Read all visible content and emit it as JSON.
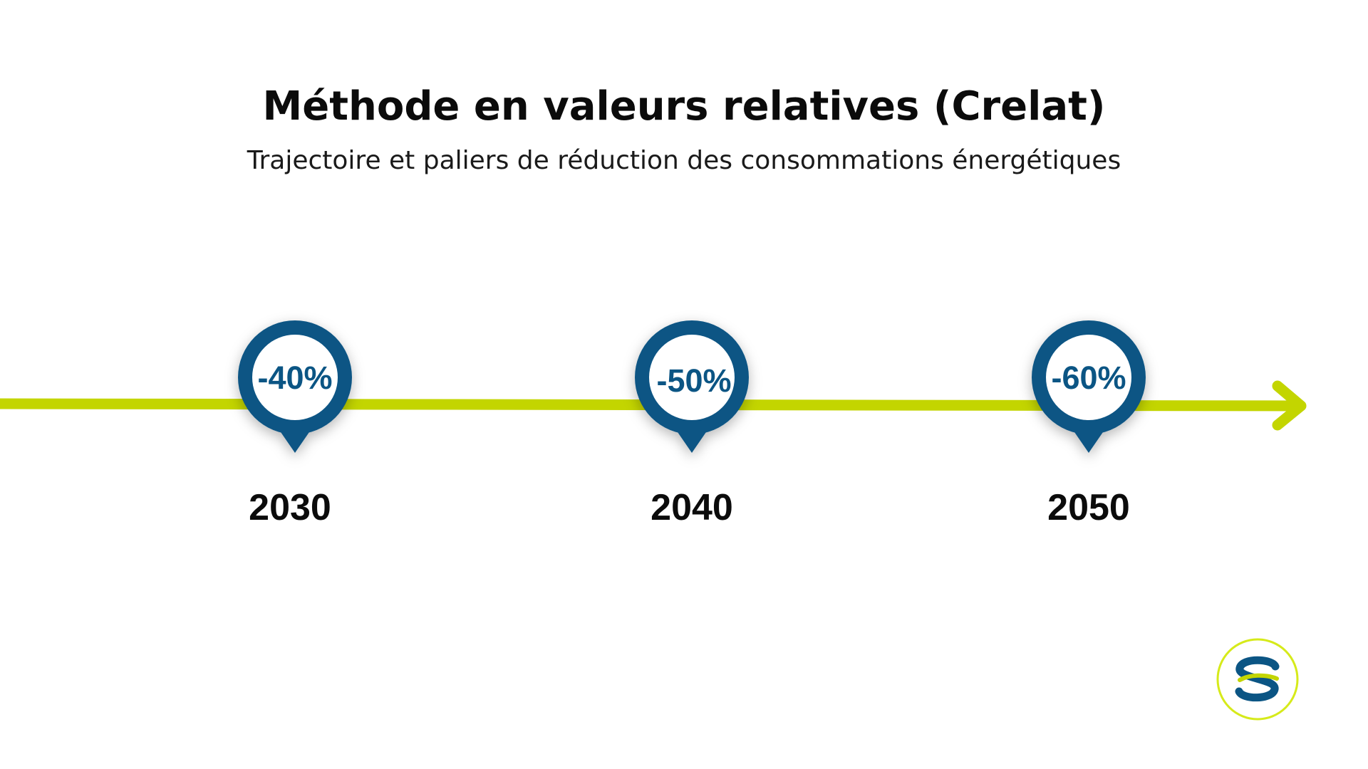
{
  "header": {
    "title": "Méthode en valeurs relatives (Crelat)",
    "subtitle": "Trajectoire et paliers de réduction des consommations énergétiques"
  },
  "colors": {
    "line": "#c3d500",
    "pin": "#0b5584",
    "pin_text": "#0b5584",
    "text": "#0b0b0b",
    "logo_ring": "#d6ea1a"
  },
  "timeline": {
    "milestones": [
      {
        "label": "-40%",
        "year": "2030"
      },
      {
        "label": "-50%",
        "year": "2040"
      },
      {
        "label": "-60%",
        "year": "2050"
      }
    ]
  },
  "logo": {
    "icon": "s-logo-icon"
  }
}
